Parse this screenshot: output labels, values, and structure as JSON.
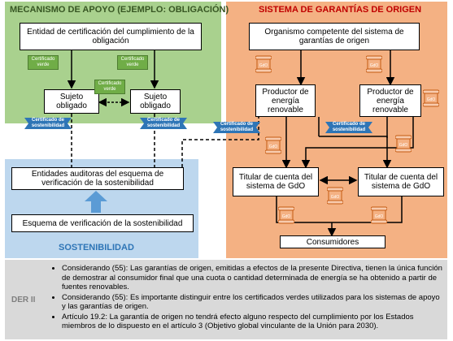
{
  "panels": {
    "apoyo_title": "MECANISMO DE APOYO  (EJEMPLO: OBLIGACIÓN)",
    "garantias_title": "SISTEMA DE GARANTÍAS DE ORIGEN",
    "sostenibilidad_title": "SOSTENIBILIDAD"
  },
  "boxes": {
    "entidad_certificacion": "Entidad de certificación del cumplimiento de la obligación",
    "sujeto_1": "Sujeto obligado",
    "sujeto_2": "Sujeto obligado",
    "organismo": "Organismo competente del sistema de garantías de origen",
    "productor_1": "Productor de energía renovable",
    "productor_2": "Productor de energía renovable",
    "titular_1": "Titular de cuenta del sistema de GdO",
    "titular_2": "Titular de cuenta del sistema de GdO",
    "consumidores": "Consumidores",
    "entidades_auditoras": "Entidades auditoras del esquema de verificación de la sostenibilidad",
    "esquema": "Esquema de verificación de la sostenibilidad"
  },
  "badges": {
    "cert_verde": "Certificado verde",
    "cert_sostenibilidad": "Certificado de sostenibilidad",
    "gdo": "GdO"
  },
  "colors": {
    "green_panel": "#a9d18e",
    "orange_panel": "#f4b183",
    "blue_panel": "#bdd7ee",
    "grey_panel": "#d9d9d9",
    "green_title": "#375623",
    "orange_title": "#c00000",
    "blue_title": "#2e75b6",
    "gdo_fill": "#f4b183",
    "sust_fill": "#2e75b6",
    "cert_fill": "#70ad47",
    "arrow_blue": "#5b9bd5"
  },
  "icons": {
    "gdo": "scroll-icon",
    "cert_sostenibilidad": "ribbon-icon"
  },
  "notes": {
    "label": "DER II",
    "items": [
      "Considerando (55): Las garantías de origen, emitidas a efectos de la presente Directiva, tienen la única función de demostrar al consumidor final que una cuota o cantidad determinada de energía se ha obtenido a partir de fuentes renovables.",
      "Considerando (55): Es importante distinguir entre los certificados verdes utilizados para los sistemas de apoyo y las garantías de origen.",
      "Artículo 19.2: La garantía de origen no tendrá efecto alguno respecto del cumplimiento por los Estados miembros de lo dispuesto en el artículo 3 (Objetivo global vinculante de la Unión para 2030)."
    ]
  }
}
